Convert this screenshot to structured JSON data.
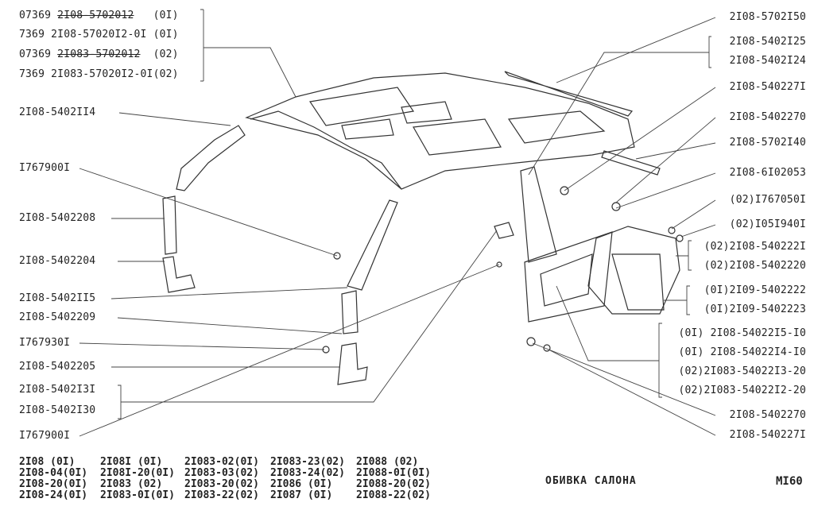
{
  "left_labels": {
    "group1": [
      {
        "prefix": "07369",
        "code": "2I08-5702012",
        "suffix": "(0I)",
        "struck": true
      },
      {
        "prefix": "7369",
        "code": "2I08-57020I2-0I",
        "suffix": "(0I)",
        "struck": false
      },
      {
        "prefix": "07369",
        "code": "2I083-5702012",
        "suffix": "(02)",
        "struck": true
      },
      {
        "prefix": "7369",
        "code": "2I083-57020I2-0I",
        "suffix": "(02)",
        "struck": false
      }
    ],
    "p_5402114": "2I08-5402II4",
    "p_1767900_a": "I767900I",
    "p_5402208": "2I08-5402208",
    "p_5402204": "2I08-5402204",
    "p_5402115": "2I08-5402II5",
    "p_5402209": "2I08-5402209",
    "p_1767930": "I767930I",
    "p_5402205": "2I08-5402205",
    "p_5402131": "2I08-5402I3I",
    "p_5402130": "2I08-5402I30",
    "p_1767900_b": "I767900I"
  },
  "right_labels": {
    "p_5702150": "2I08-5702I50",
    "p_5402125": "2I08-5402I25",
    "p_5402124": "2I08-5402I24",
    "p_5402271_a": "2I08-540227I",
    "p_5402270_a": "2I08-5402270",
    "p_5702140": "2I08-5702I40",
    "p_6102053": "2I08-6I02053",
    "p_1767050": "(02)I767050I",
    "p_1051940": "(02)I05I940I",
    "p_5402221": "(02)2I08-540222I",
    "p_5402220": "(02)2I08-5402220",
    "p_5402222": "(0I)2I09-5402222",
    "p_5402223": "(0I)2I09-5402223",
    "p_5402215": "(0I)  2I08-54022I5-I0",
    "p_5402214": "(0I)  2I08-54022I4-I0",
    "p_5402213": "(02)2I083-54022I3-20",
    "p_5402212": "(02)2I083-54022I2-20",
    "p_5402270_b": "2I08-5402270",
    "p_5402271_b": "2I08-540227I"
  },
  "models": [
    [
      "2I08   (0I)",
      "2I08-04(0I)",
      "2I08-20(0I)",
      "2I08-24(0I)"
    ],
    [
      "2I08I   (0I)",
      "2I08I-20(0I)",
      "2I083     (02)",
      "2I083-0I(0I)"
    ],
    [
      "2I083-02(0I)",
      "2I083-03(02)",
      "2I083-20(02)",
      "2I083-22(02)"
    ],
    [
      "2I083-23(02)",
      "2I083-24(02)",
      "2I086     (0I)",
      "2I087     (0I)"
    ],
    [
      "2I088    (02)",
      "2I088-0I(0I)",
      "2I088-20(02)",
      "2I088-22(02)"
    ]
  ],
  "footer": {
    "title": "ОБИВКА  САЛОНА",
    "sheet": "МI60"
  }
}
